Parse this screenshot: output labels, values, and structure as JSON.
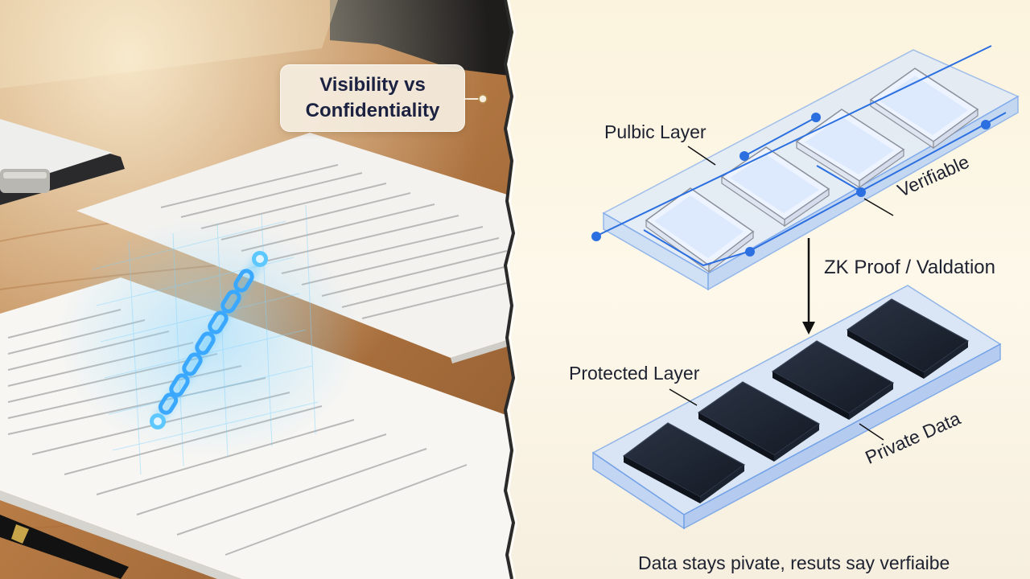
{
  "title": "Visibility vs\nConfidentiality",
  "labels": {
    "public_layer": "Pulbic Layer",
    "verifiable": "Verifiable",
    "zk_proof": "ZK Proof / Valdation",
    "protected_layer": "Protected Layer",
    "private_data": "Private Data"
  },
  "caption": "Data stays pivate, resuts say verfiaibe",
  "layers": {
    "public": {
      "cells": 4,
      "cell_style": "translucent",
      "color": "#6a9fe8"
    },
    "protected": {
      "cells": 4,
      "cell_style": "dark",
      "color": "#1a2230"
    }
  },
  "colors": {
    "accent": "#2b6fe0",
    "chain_glow": "#59c6ff",
    "text": "#1e2230",
    "title_box": "#f4ecde"
  },
  "icons": [
    "chain-icon",
    "clipboard-icon",
    "pen-icon"
  ]
}
